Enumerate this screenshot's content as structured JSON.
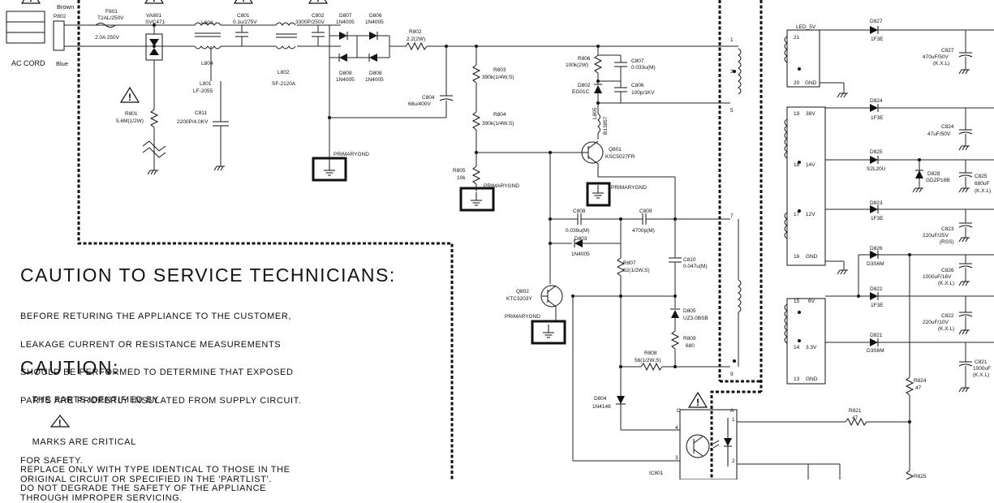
{
  "input": {
    "ac_cord": "AC CORD",
    "connector": "P802",
    "brown": "Brown",
    "blue": "Blue"
  },
  "components": {
    "f801": {
      "ref": "F801",
      "value": "T2AL/250V",
      "note": "2.0A 250V"
    },
    "va801": {
      "ref": "VA801",
      "value": "SVC471"
    },
    "l803": {
      "ref": "L803"
    },
    "l804": {
      "ref": "L804"
    },
    "l801": {
      "ref": "L801",
      "value": "LF-2055"
    },
    "c801": {
      "ref": "C801",
      "value": "0.1u/275V"
    },
    "c802": {
      "ref": "C802",
      "value": "3300P/250V"
    },
    "l802": {
      "ref": "L802",
      "value": "SF-2120A"
    },
    "c811": {
      "ref": "C811",
      "value": "2200P/4.0KV"
    },
    "r801": {
      "ref": "R801",
      "value": "5.6M(1/2W)"
    },
    "d807": {
      "ref": "D807",
      "value": "1N4005"
    },
    "d806": {
      "ref": "D806",
      "value": "1N4005"
    },
    "d809": {
      "ref": "D809",
      "value": "1N4005"
    },
    "d808": {
      "ref": "D808",
      "value": "1N4005"
    },
    "r802": {
      "ref": "R802",
      "value": "2.2(2W)"
    },
    "c804": {
      "ref": "C804",
      "value": "68u/400V"
    },
    "r803": {
      "ref": "R803",
      "value": "390k(1/4W,S)"
    },
    "r804": {
      "ref": "R804",
      "value": "390k(1/4W,S)"
    },
    "r805": {
      "ref": "R805",
      "value": "10k"
    },
    "r806": {
      "ref": "R806",
      "value": "100k(2W)"
    },
    "c807": {
      "ref": "C807",
      "value": "0.033u(M)"
    },
    "d802": {
      "ref": "D802",
      "value": "EG01C"
    },
    "c806": {
      "ref": "C806",
      "value": "100p/1KV"
    },
    "l805": {
      "ref": "L805",
      "value": "B13857"
    },
    "q801": {
      "ref": "Q801",
      "value": "KSC5027FR"
    },
    "c808": {
      "ref": "C808",
      "value": "0.039u(M)"
    },
    "c809": {
      "ref": "C809",
      "value": "4700p(M)"
    },
    "d803": {
      "ref": "D803",
      "value": "1N4005"
    },
    "r807": {
      "ref": "R807",
      "value": "82(1/2W,S)"
    },
    "c810": {
      "ref": "C810",
      "value": "0.047u(M)"
    },
    "q802": {
      "ref": "Q802",
      "value": "KTC3203Y"
    },
    "d805": {
      "ref": "D805",
      "value": "UZ3.0BSB"
    },
    "r809": {
      "ref": "R809",
      "value": "680"
    },
    "r808": {
      "ref": "R808",
      "value": "56(1/2W,S)"
    },
    "d804": {
      "ref": "D804",
      "value": "1N4148"
    },
    "ic801": {
      "ref": "IC801"
    },
    "d827": {
      "ref": "D827",
      "value": "1F3E"
    },
    "c827": {
      "ref": "C827",
      "value": "470uF/50V",
      "note": "(K.X.L)"
    },
    "d824": {
      "ref": "D824",
      "value": "1F3E"
    },
    "c824": {
      "ref": "C824",
      "value": "47uF/50V"
    },
    "d825": {
      "ref": "D825",
      "value": "S2L20U"
    },
    "d828": {
      "ref": "D828",
      "value": "GDZP18B"
    },
    "c825": {
      "ref": "C825",
      "value": "680uF",
      "note": "(K.X.L)"
    },
    "d823": {
      "ref": "D823",
      "value": "1F3E"
    },
    "c823": {
      "ref": "C823",
      "value": "220uF/25V",
      "note": "(RSS)"
    },
    "d826": {
      "ref": "D826",
      "value": "D3S6M"
    },
    "c826": {
      "ref": "C826",
      "value": "1000uF/16V",
      "note": "(K.X.L)"
    },
    "d822": {
      "ref": "D822",
      "value": "1F3E"
    },
    "c822": {
      "ref": "C822",
      "value": "220uF/10V",
      "note": "(K.X.L)"
    },
    "d821": {
      "ref": "D821",
      "value": "D3S6M"
    },
    "c821": {
      "ref": "C821",
      "value": "1000uF",
      "note": "(K.X.L)"
    },
    "r824": {
      "ref": "R824",
      "value": "47"
    },
    "r821": {
      "ref": "R821",
      "value": "47"
    },
    "r825": {
      "ref": "R825"
    }
  },
  "ground_label": "PRIMARYGND",
  "transformer_pins": {
    "p1": "1",
    "p3": "3",
    "p5": "5",
    "p7": "7",
    "p9": "9"
  },
  "opto_pins": {
    "c": "C",
    "a": "A",
    "p4": "4",
    "p3": "3",
    "p1": "1",
    "p2": "2"
  },
  "secondary": [
    {
      "pin": "21",
      "name": "LED_5V"
    },
    {
      "pin": "20",
      "name": "GND"
    },
    {
      "pin": "19",
      "name": "38V"
    },
    {
      "pin": "18",
      "name": "14V"
    },
    {
      "pin": "17",
      "name": "12V"
    },
    {
      "pin": "16",
      "name": "GND"
    },
    {
      "pin": "15",
      "name": "6V"
    },
    {
      "pin": "14",
      "name": "3.3V"
    },
    {
      "pin": "13",
      "name": "GND"
    }
  ],
  "caution1": {
    "title": "CAUTION TO SERVICE TECHNICIANS:",
    "lines": [
      "BEFORE RETURING THE APPLIANCE TO THE CUSTOMER,",
      "LEAKAGE CURRENT OR RESISTANCE MEASUREMENTS",
      "SHOULD BE PERFORMED TO DETERMINE THAT EXPOSED",
      "PARTS ARE PROPERLY INSULATED FROM SUPPLY CIRCUIT."
    ]
  },
  "caution2": {
    "title": "CAUTION:",
    "line1_a": "THE PARTS IDENTIFIED BY",
    "line1_b": "MARKS ARE CRITICAL",
    "lines": [
      "FOR SAFETY.",
      "REPLACE ONLY WITH TYPE IDENTICAL TO THOSE IN THE",
      "ORIGINAL CIRCUIT OR SPECIFIED IN THE 'PARTLIST'.",
      "DO NOT DEGRADE THE SAFETY OF THE APPLIANCE",
      "THROUGH IMPROPER SERVICING."
    ]
  }
}
